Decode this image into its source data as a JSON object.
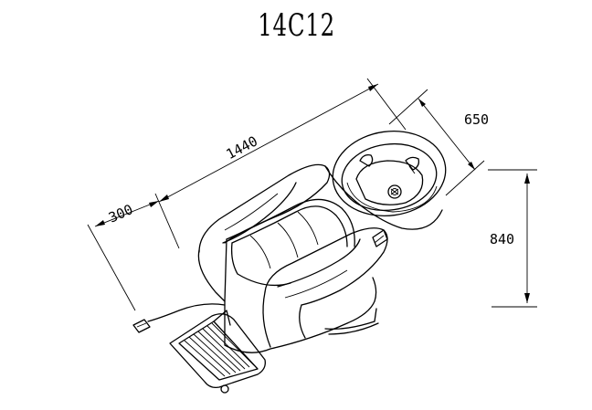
{
  "diagram": {
    "title": "14C12",
    "dimensions": {
      "length": "1440",
      "width": "650",
      "height": "840",
      "footrest": "300"
    }
  }
}
